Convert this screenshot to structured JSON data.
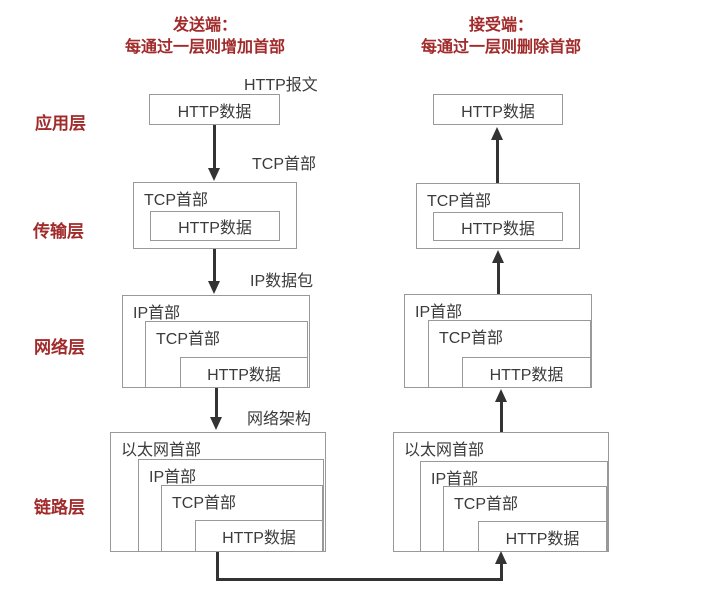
{
  "headers": {
    "sender_line1": "发送端：",
    "sender_line2": "每通过一层则增加首部",
    "receiver_line1": "接受端：",
    "receiver_line2": "每通过一层则删除首部"
  },
  "layer_labels": {
    "application": "应用层",
    "transport": "传输层",
    "network": "网络层",
    "link": "链路层"
  },
  "arrow_annotations": {
    "http_message": "HTTP报文",
    "tcp_header": "TCP首部",
    "ip_packet": "IP数据包",
    "network_arch": "网络架构"
  },
  "box_labels": {
    "http_data": "HTTP数据",
    "tcp_header": "TCP首部",
    "ip_header": "IP首部",
    "ethernet_header": "以太网首部"
  },
  "colors": {
    "accent_red": "#A12B2B",
    "box_border": "#999999",
    "arrow": "#333333",
    "text": "#3B3B3B",
    "background": "#FFFFFF"
  }
}
